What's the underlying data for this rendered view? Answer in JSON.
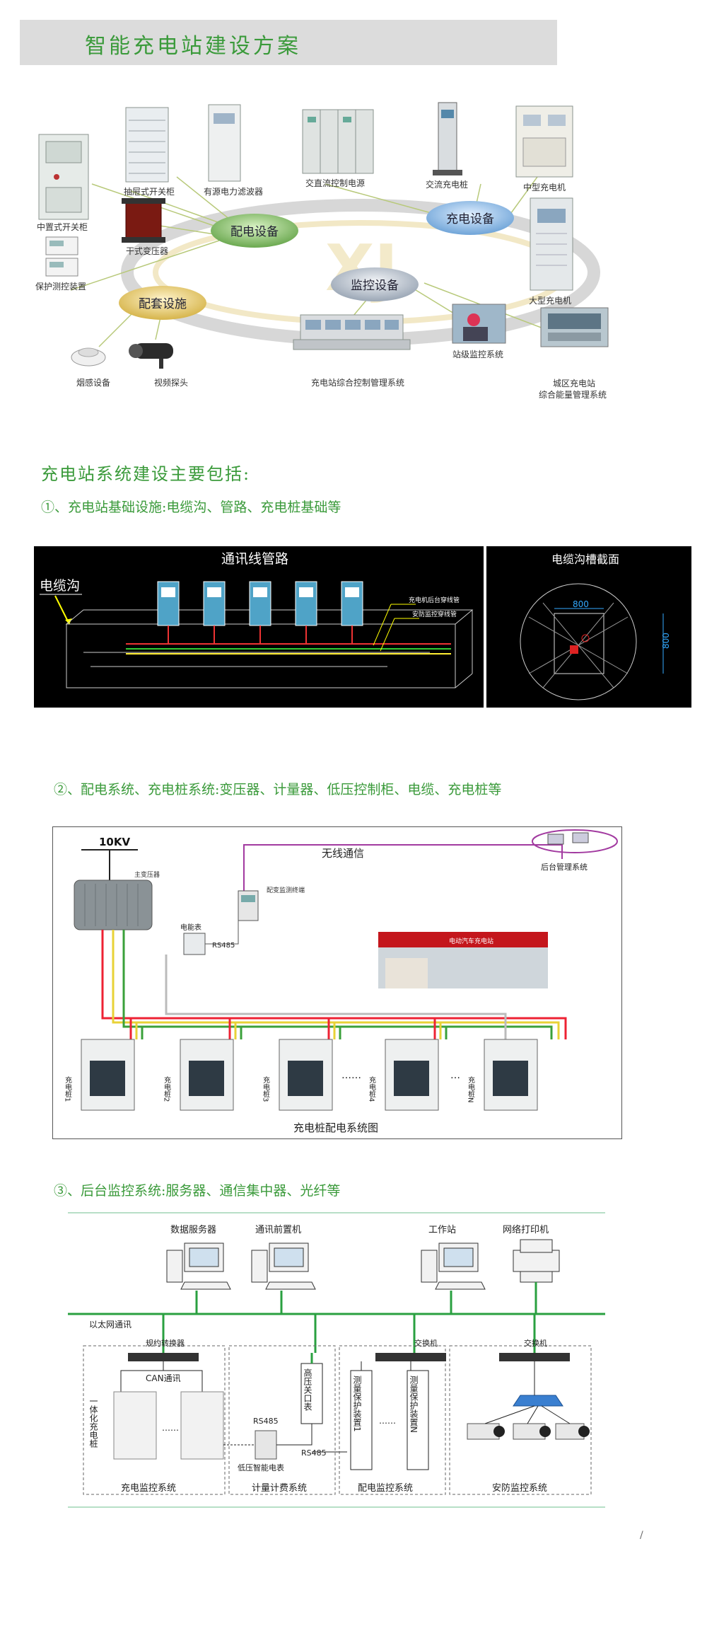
{
  "title": "智能充电站建设方案",
  "overview": {
    "hubs": {
      "distribution": "配电设备",
      "charging": "充电设备",
      "monitoring": "监控设备",
      "supporting": "配套设施"
    },
    "labels": {
      "drawer_switchgear": "抽屉式开关柜",
      "active_filter": "有源电力滤波器",
      "acdc_power": "交直流控制电源",
      "ac_pile": "交流充电桩",
      "mid_charger": "中型充电机",
      "mid_switchgear": "中置式开关柜",
      "dry_transformer": "干式变压器",
      "protection_device": "保护测控装置",
      "large_charger": "大型充电机",
      "smoke_device": "烟感设备",
      "video_probe": "视频探头",
      "station_control": "充电站综合控制管理系统",
      "station_monitor": "站级监控系统",
      "city_energy_line1": "城区充电站",
      "city_energy_line2": "综合能量管理系统"
    }
  },
  "section_heading": "充电站系统建设主要包括:",
  "item1": "①、充电站基础设施:电缆沟、管路、充电桩基础等",
  "diagram1": {
    "left_title": "通讯线管路",
    "cable_trench": "电缆沟",
    "pipe1": "充电机后台穿线管",
    "pipe2": "安防监控穿线管",
    "right_title": "电缆沟槽截面",
    "width_dim": "800",
    "height_dim": "800"
  },
  "item2": "②、配电系统、充电桩系统:变压器、计量器、低压控制柜、电缆、充电桩等",
  "diagram2": {
    "voltage": "10KV",
    "main_transformer": "主变压器",
    "wireless": "无线通信",
    "backend": "后台管理系统",
    "terminal": "配变监测终端",
    "meter": "电能表",
    "rs485": "RS485",
    "canopy_sign": "电动汽车充电站",
    "piles": [
      {
        "label": "充电桩1"
      },
      {
        "label": "充电桩2"
      },
      {
        "label": "充电桩3"
      },
      {
        "label": "充电桩4"
      },
      {
        "label": "充电桩N"
      }
    ],
    "dots1": "……",
    "dots2": "…",
    "caption": "充电桩配电系统图"
  },
  "item3": "③、后台监控系统:服务器、通信集中器、光纤等",
  "diagram3": {
    "data_server": "数据服务器",
    "comm_front": "通讯前置机",
    "workstation": "工作站",
    "printer": "网络打印机",
    "ethernet": "以太网通讯",
    "protocol_converter": "规约转换器",
    "switch1": "交换机",
    "switch2": "交换机",
    "can": "CAN通讯",
    "integrated_pile": "一体化充电桩",
    "hv_meter": "高压关口表",
    "rs485_a": "RS485",
    "rs485_b": "RS485",
    "lv_meter": "低压智能电表",
    "protect1": "测量保护装置1",
    "protect2": "测量保护装置N",
    "dots": "……",
    "sys1": "充电监控系统",
    "sys2": "计量计费系统",
    "sys3": "配电监控系统",
    "sys4": "安防监控系统"
  },
  "page_mark": "/"
}
